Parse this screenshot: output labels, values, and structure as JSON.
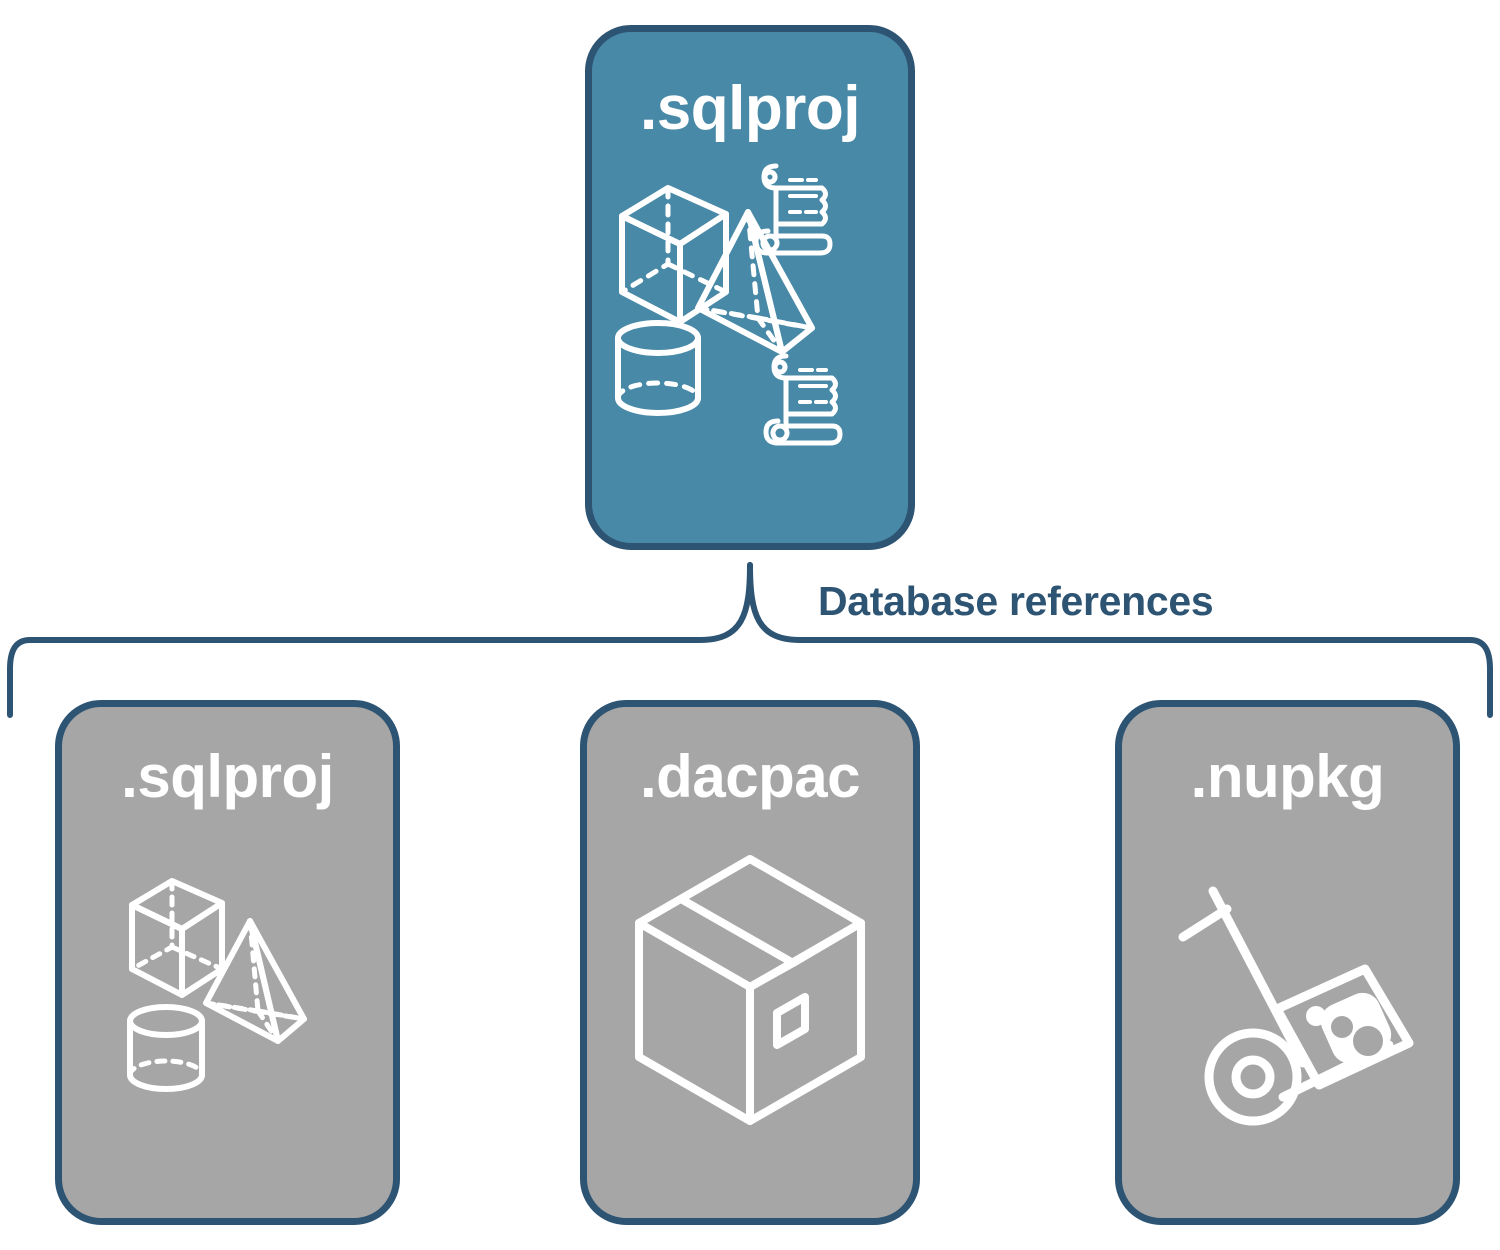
{
  "diagram": {
    "title_text": "Database references",
    "colors": {
      "primary_fill": "#4889a7",
      "reference_fill": "#a6a6a6",
      "border": "#2e5473",
      "label": "#2e5473",
      "icon": "#ffffff",
      "background": "#ffffff"
    },
    "root": {
      "label": ".sqlproj",
      "icons": [
        "cube-icon",
        "script-scroll-icon",
        "pyramid-icon",
        "cylinder-icon",
        "script-scroll-icon"
      ]
    },
    "connector": {
      "label": "Database references",
      "type": "curly-brace",
      "branches": 3
    },
    "references": [
      {
        "label": ".sqlproj",
        "icons": [
          "cube-icon",
          "pyramid-icon",
          "cylinder-icon"
        ]
      },
      {
        "label": ".dacpac",
        "icons": [
          "shipping-box-icon"
        ]
      },
      {
        "label": ".nupkg",
        "icons": [
          "hand-truck-icon",
          "nuget-package-icon"
        ]
      }
    ]
  }
}
